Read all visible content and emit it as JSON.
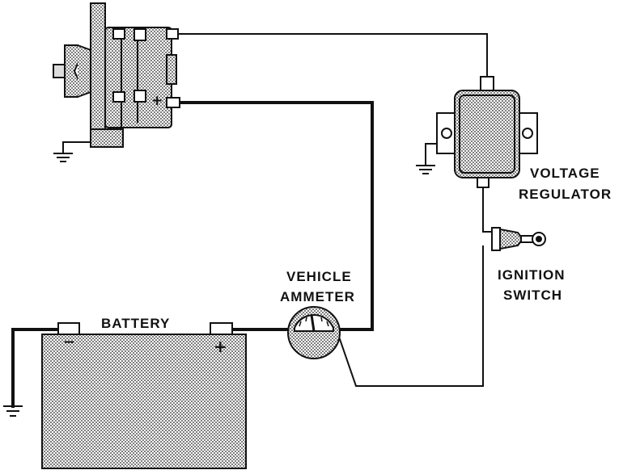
{
  "labels": {
    "battery": "BATTERY",
    "vehicle": "VEHICLE",
    "ammeter": "AMMETER",
    "voltage": "VOLTAGE",
    "regulator": "REGULATOR",
    "ignition": "IGNITION",
    "switch": "SWITCH"
  },
  "terminals": {
    "battery_negative": "−",
    "battery_positive": "+",
    "alternator_positive": "+"
  },
  "colors": {
    "ink": "#111111",
    "stipple": "#bdbdbd",
    "paper": "#ffffff"
  }
}
